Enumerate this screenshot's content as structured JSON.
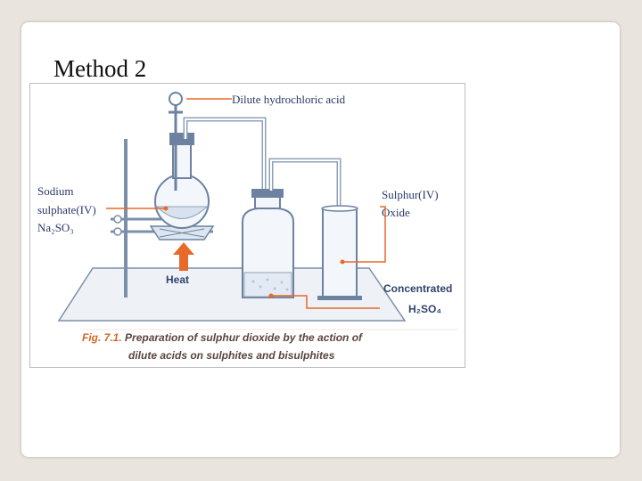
{
  "slide": {
    "title": "Method 2"
  },
  "figure": {
    "labels": {
      "acid": "Dilute hydrochloric acid",
      "sodium_line1": "Sodium",
      "sodium_line2": "sulphate(IV)",
      "sodium_formula": "Na₂SO₃",
      "gas_line1": "Sulphur(IV)",
      "gas_line2": "Oxide",
      "conc_line1": "Concentrated",
      "conc_line2": "H₂SO₄",
      "heat": "Heat"
    },
    "caption": {
      "fig_number": "Fig. 7.1.",
      "line1_rest": " Preparation of sulphur dioxide by the action of",
      "line2": "dilute acids on sulphites and bisulphites"
    }
  },
  "colors": {
    "accent": "#e8692a",
    "label": "#2a3a66",
    "glass": "#7a8fa8"
  }
}
